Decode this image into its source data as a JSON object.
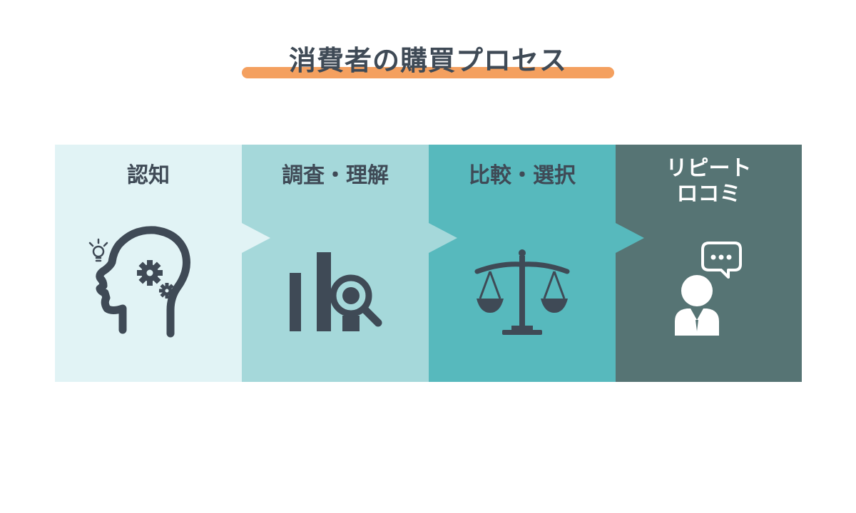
{
  "title": "消費者の購買プロセス",
  "steps": [
    {
      "label": "認知",
      "icon": "head-gears-icon",
      "bg": "#e1f3f5"
    },
    {
      "label": "調査・理解",
      "icon": "bar-chart-magnifier-icon",
      "bg": "#a5d8da"
    },
    {
      "label": "比較・選択",
      "icon": "balance-scale-icon",
      "bg": "#57b9bd"
    },
    {
      "label": "リピート\nロコミ",
      "icon": "person-speech-bubble-icon",
      "bg": "#567474"
    }
  ],
  "colors": {
    "title_text": "#3f4a56",
    "title_underline": "#f4a05f",
    "icon_dark": "#3f4a56",
    "last_step_text": "#ffffff"
  }
}
